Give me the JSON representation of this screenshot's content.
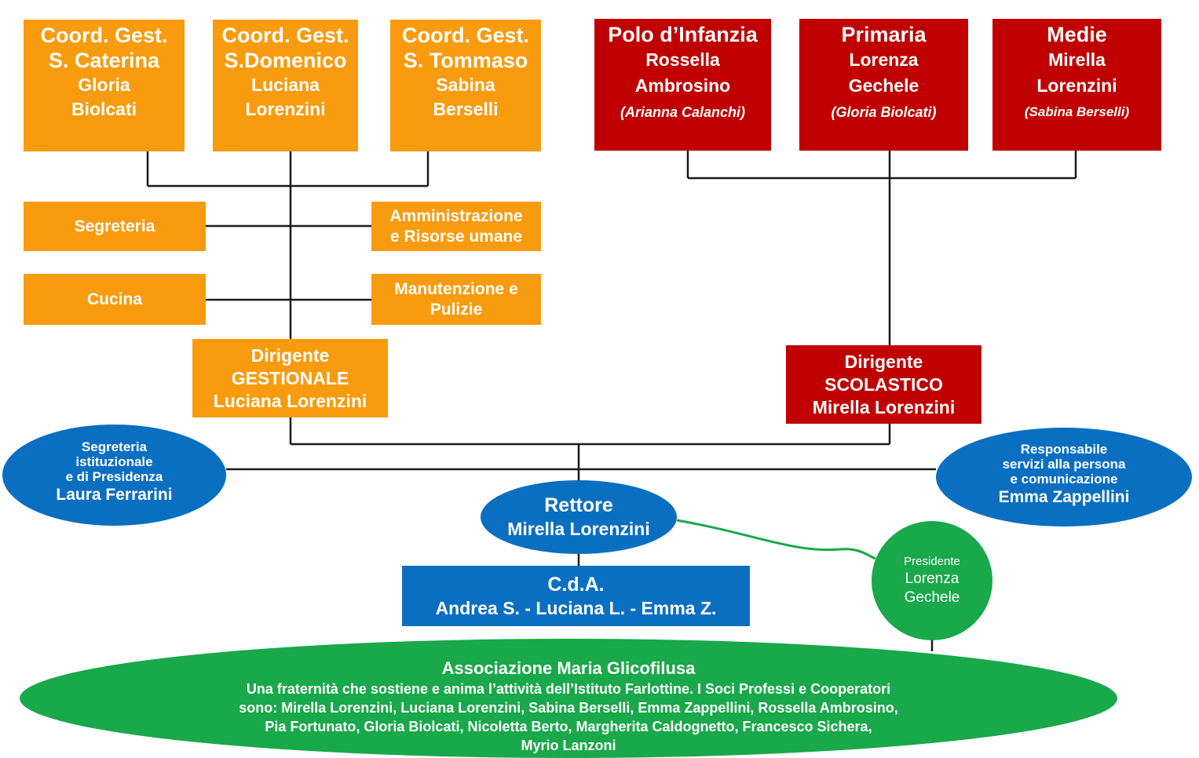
{
  "coordinators": [
    {
      "title1": "Coord. Gest.",
      "title2": "S. Caterina",
      "name1": "Gloria",
      "name2": "Biolcati"
    },
    {
      "title1": "Coord. Gest.",
      "title2": "S.Domenico",
      "name1": "Luciana",
      "name2": "Lorenzini"
    },
    {
      "title1": "Coord. Gest.",
      "title2": "S. Tommaso",
      "name1": "Sabina",
      "name2": "Berselli"
    }
  ],
  "schools": [
    {
      "title": "Polo d’Infanzia",
      "name1": "Rossella",
      "name2": "Ambrosino",
      "deputy": "(Arianna Calanchi)"
    },
    {
      "title": "Primaria",
      "name1": "Lorenza",
      "name2": "Gechele",
      "deputy": "(Gloria Biolcati)"
    },
    {
      "title": "Medie",
      "name1": "Mirella",
      "name2": "Lorenzini",
      "deputy": "(Sabina Berselli)"
    }
  ],
  "services": {
    "segreteria": "Segreteria",
    "amministrazione1": "Amministrazione",
    "amministrazione2": "e Risorse umane",
    "cucina": "Cucina",
    "manutenzione1": "Manutenzione e",
    "manutenzione2": "Pulizie"
  },
  "dirigente_gestionale": {
    "line1": "Dirigente",
    "line2": "GESTIONALE",
    "line3": "Luciana Lorenzini"
  },
  "dirigente_scolastico": {
    "line1": "Dirigente",
    "line2": "SCOLASTICO",
    "line3": "Mirella Lorenzini"
  },
  "segreteria_istituzionale": {
    "line1": "Segreteria",
    "line2": "istituzionale",
    "line3": "e di Presidenza",
    "name": "Laura Ferrarini"
  },
  "responsabile_servizi": {
    "line1": "Responsabile",
    "line2": "servizi alla persona",
    "line3": "e comunicazione",
    "name": "Emma Zappellini"
  },
  "rettore": {
    "title": "Rettore",
    "name": "Mirella Lorenzini"
  },
  "cda": {
    "title": "C.d.A.",
    "members": "Andrea S. - Luciana L. - Emma Z."
  },
  "presidente": {
    "title": "Presidente",
    "name1": "Lorenza",
    "name2": "Gechele"
  },
  "associazione": {
    "title": "Associazione Maria Glicofilusa",
    "line1": "Una fraternità che sostiene e anima l’attività dell’Istituto Farlottine. I Soci Professi e Cooperatori",
    "line2": "sono:  Mirella Lorenzini, Luciana Lorenzini, Sabina Berselli, Emma Zappellini, Rossella Ambrosino,",
    "line3": "Pia Fortunato, Gloria Biolcati, Nicoletta Berto, Margherita Caldognetto, Francesco Sichera,",
    "line4": "Myrio Lanzoni"
  },
  "colors": {
    "orange": "#f99b0e",
    "red": "#c00000",
    "blue": "#0b6fc1",
    "green": "#19a84a"
  }
}
